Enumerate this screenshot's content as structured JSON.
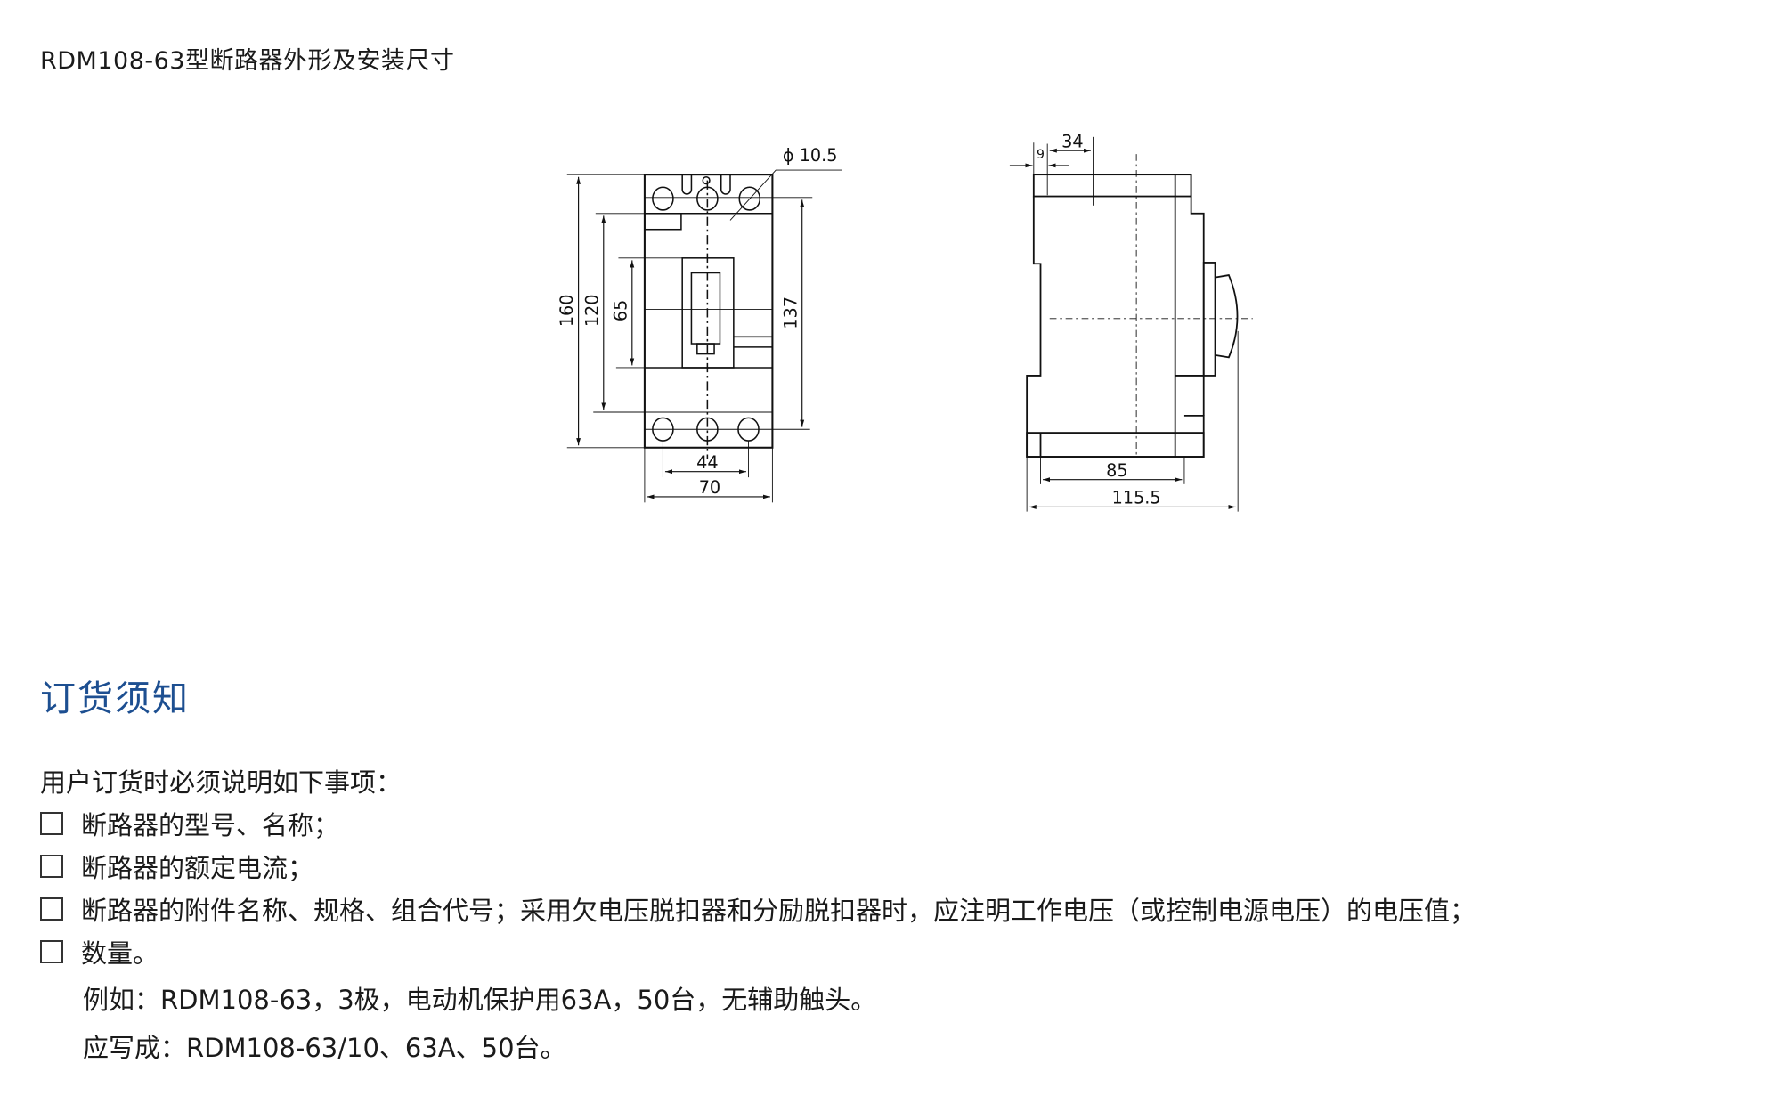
{
  "title": "RDM108-63型断路器外形及安装尺寸",
  "drawing": {
    "front": {
      "dim_160": "160",
      "dim_120": "120",
      "dim_65": "65",
      "dim_137": "137",
      "dim_44": "44",
      "dim_70": "70",
      "dim_phi": "ϕ 10.5"
    },
    "side": {
      "dim_9": "9",
      "dim_34": "34",
      "dim_85": "85",
      "dim_115": "115.5"
    }
  },
  "ordering": {
    "heading": "订货须知",
    "intro": "用户订货时必须说明如下事项：",
    "items": [
      "断路器的型号、名称；",
      "断路器的额定电流；",
      "断路器的附件名称、规格、组合代号；采用欠电压脱扣器和分励脱扣器时，应注明工作电压（或控制电源电压）的电压值；",
      "数量。"
    ],
    "example": "例如：RDM108-63，3极，电动机保护用63A，50台，无辅助触头。",
    "should_write": "应写成：RDM108-63/10、63A、50台。"
  },
  "colors": {
    "heading": "#1d4f91",
    "text": "#1a1a1a"
  }
}
